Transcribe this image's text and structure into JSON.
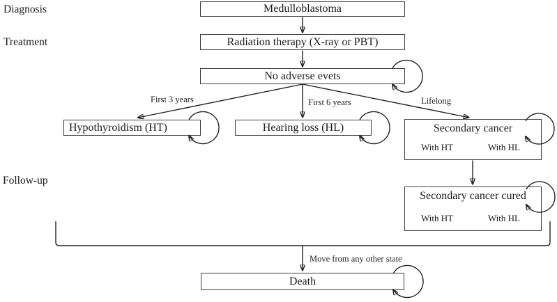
{
  "diagram": {
    "row_labels": {
      "diagnosis": "Diagnosis",
      "treatment": "Treatment",
      "followup": "Follow-up"
    },
    "nodes": {
      "medulloblastoma": {
        "label": "Medulloblastoma"
      },
      "radiation": {
        "label": "Radiation therapy (X-ray or PBT)"
      },
      "no_adverse": {
        "label": "No adverse evets"
      },
      "hypothyroidism": {
        "label": "Hypothyroidism (HT)"
      },
      "hearing_loss": {
        "label": "Hearing loss (HL)"
      },
      "secondary_cancer": {
        "label": "Secondary cancer",
        "with_ht": "With HT",
        "with_hl": "With HL"
      },
      "secondary_cancer_cured": {
        "label": "Secondary cancer cured",
        "with_ht": "With HT",
        "with_hl": "With HL"
      },
      "death": {
        "label": "Death"
      }
    },
    "edge_labels": {
      "first3": "First 3 years",
      "first6": "First 6 years",
      "lifelong": "Lifelong",
      "move": "Move from any other state"
    },
    "colors": {
      "background": "#ffffff",
      "line": "#222222",
      "box_border": "#3c3c3c",
      "text": "#1a1a1a"
    }
  }
}
